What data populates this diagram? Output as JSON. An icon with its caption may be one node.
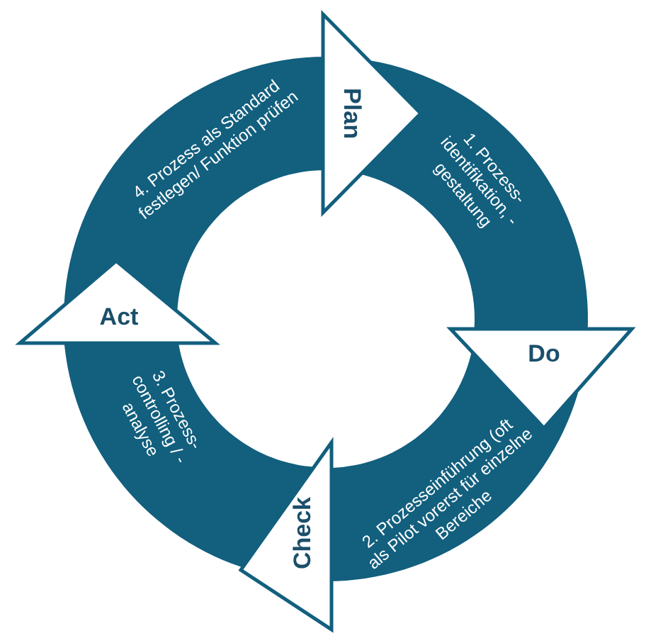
{
  "diagram": {
    "nodes": [
      {
        "text": [
          "Plan"
        ]
      },
      {
        "text": [
          "1. Prozess-identifikation, -gestaltung"
        ]
      },
      {
        "text": [
          "Do"
        ]
      },
      {
        "text": [
          "2. Prozesseinführung (oft als Pilot vorerst für einzelne Bereiche"
        ]
      },
      {
        "text": [
          "Check"
        ]
      },
      {
        "text": [
          "3. Prozess-controlling / -analyse"
        ]
      },
      {
        "text": [
          "Act"
        ]
      },
      {
        "text": [
          "4. Prozess als Standard festlegen/ Funktion prüfen"
        ]
      }
    ]
  }
}
